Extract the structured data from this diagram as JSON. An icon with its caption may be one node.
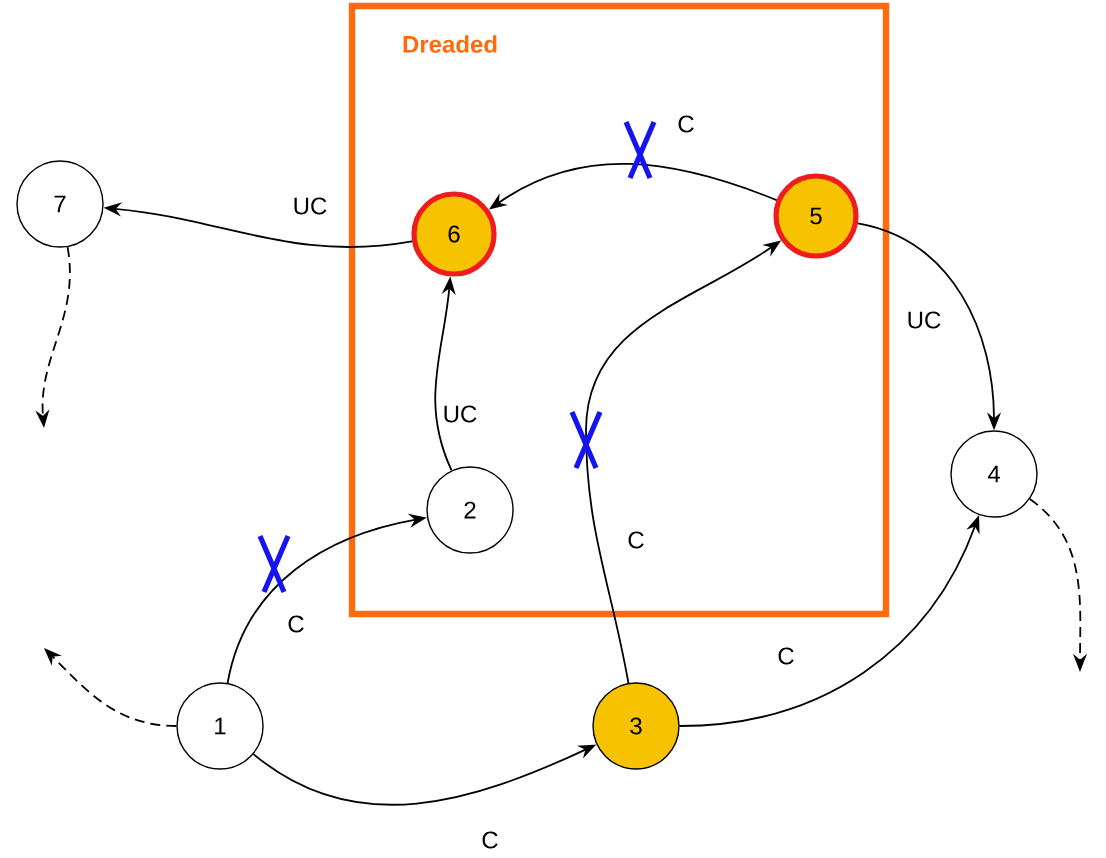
{
  "diagram": {
    "nodes": [
      {
        "text": [
          "Dreaded"
        ]
      },
      {
        "text": [
          "7"
        ]
      },
      {
        "text": [
          "6"
        ],
        "in": 0
      },
      {
        "text": [
          "5"
        ],
        "in": 0
      },
      {
        "text": [
          "2"
        ],
        "in": 0
      },
      {
        "text": [
          "4"
        ]
      },
      {
        "text": [
          "1"
        ]
      },
      {
        "text": [
          "3"
        ]
      }
    ],
    "edges": [
      {
        "from": 2,
        "to": 1,
        "arrow": "to",
        "label": "UC"
      },
      {
        "from": 3,
        "to": 2,
        "arrow": "to",
        "label": "C"
      },
      {
        "from": 7,
        "to": 3,
        "arrow": "to",
        "label": "C"
      },
      {
        "from": 4,
        "to": 2,
        "arrow": "to",
        "label": "UC"
      },
      {
        "from": 3,
        "to": 5,
        "arrow": "to",
        "label": "UC"
      },
      {
        "from": 6,
        "to": 4,
        "arrow": "to",
        "label": "C"
      },
      {
        "from": 6,
        "to": 7,
        "arrow": "to",
        "label": "C"
      },
      {
        "from": 7,
        "to": 5,
        "arrow": "to",
        "label": "C"
      },
      {
        "from": 1,
        "to": null,
        "arrow": "to",
        "style": "dashed"
      },
      {
        "from": 6,
        "to": null,
        "arrow": "to",
        "style": "dashed"
      },
      {
        "from": 5,
        "to": null,
        "arrow": "to",
        "style": "dashed"
      }
    ]
  }
}
